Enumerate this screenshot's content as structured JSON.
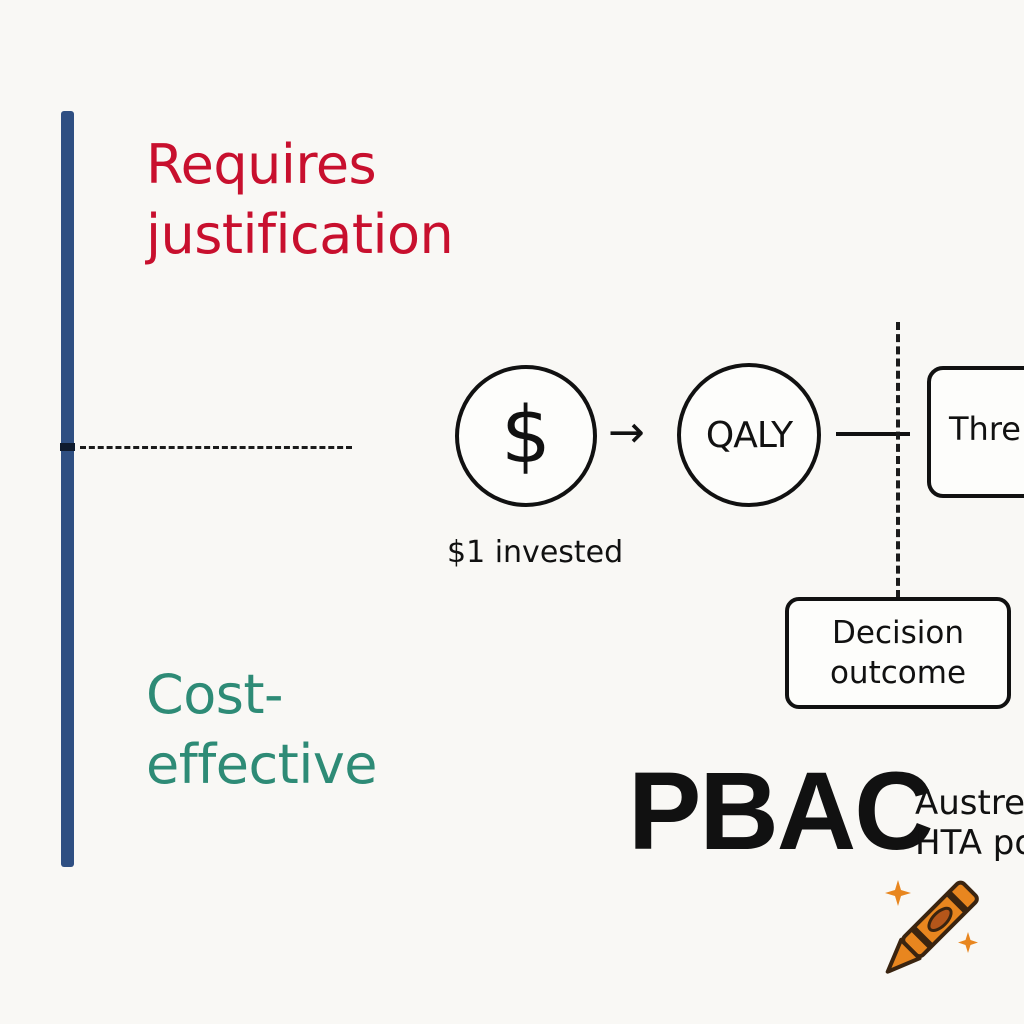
{
  "scale": {
    "top_label_lines": [
      "Requires",
      "justification"
    ],
    "bottom_label_lines": [
      "Cost-",
      "effective"
    ],
    "top_color": "#c8102e",
    "bottom_color": "#2e8b76",
    "bar_color": "#2f4f82"
  },
  "flow": {
    "dollar_symbol": "$",
    "qaly_label": "QALY",
    "arrow_glyph": "→",
    "invested_caption": "$1 invested",
    "threshold_box_label": "Thre",
    "decision_box_lines": [
      "Decision",
      "outcome"
    ]
  },
  "brand": {
    "acronym": "PBAC",
    "subtitle_lines": [
      "Austre",
      "HTA po"
    ]
  },
  "icons": {
    "crayon": "crayon-icon",
    "sparkles": "sparkle-icon"
  }
}
